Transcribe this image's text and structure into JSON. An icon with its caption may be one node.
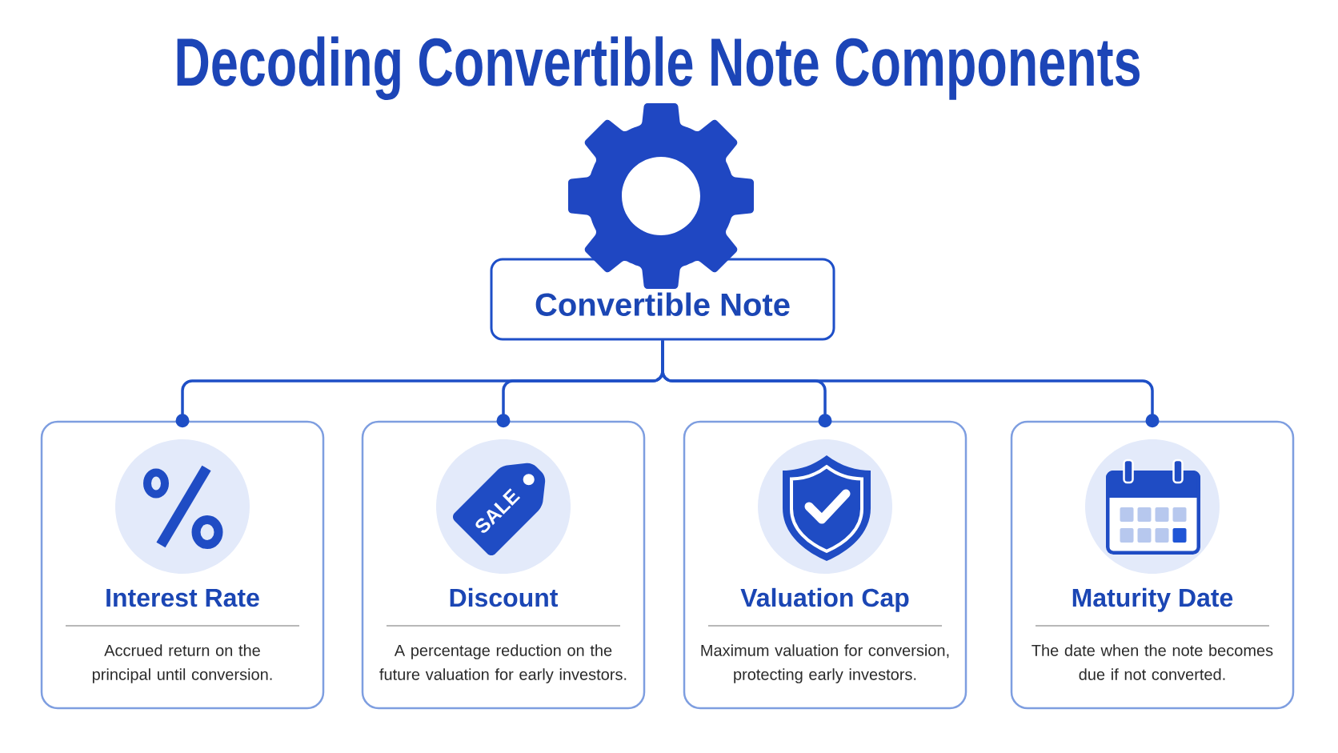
{
  "diagram": {
    "title": "Decoding Convertible Note Components",
    "nodes": [
      {
        "text": [
          "Convertible Note"
        ]
      },
      {
        "text": [
          "Interest Rate",
          "Accrued return on the principal until conversion."
        ]
      },
      {
        "text": [
          "Discount",
          "A percentage reduction on the future valuation for early investors."
        ]
      },
      {
        "text": [
          "Valuation Cap",
          "Maximum valuation for conversion, protecting early investors."
        ]
      },
      {
        "text": [
          "Maturity Date",
          "The date when the note becomes due if not converted."
        ]
      }
    ],
    "edges": [
      {
        "from": 0,
        "to": 1,
        "arrow": "other"
      },
      {
        "from": 0,
        "to": 2,
        "arrow": "other"
      },
      {
        "from": 0,
        "to": 3,
        "arrow": "other"
      },
      {
        "from": 0,
        "to": 4,
        "arrow": "other"
      }
    ],
    "labels": [
      "SALE"
    ]
  }
}
